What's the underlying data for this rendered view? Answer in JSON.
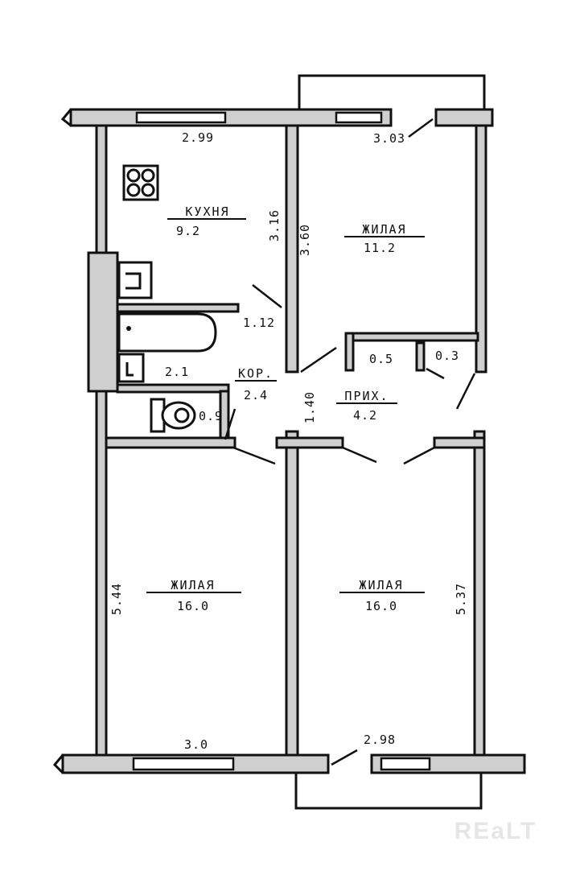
{
  "rooms": {
    "kitchen": {
      "name": "КУХНЯ",
      "area": "9.2"
    },
    "living_top": {
      "name": "ЖИЛАЯ",
      "area": "11.2"
    },
    "living_bottom_left": {
      "name": "ЖИЛАЯ",
      "area": "16.0"
    },
    "living_bottom_right": {
      "name": "ЖИЛАЯ",
      "area": "16.0"
    },
    "bathroom": {
      "area": "2.1"
    },
    "toilet": {
      "area": "0.9"
    },
    "corridor": {
      "name": "КОР.",
      "area": "2.4"
    },
    "hall": {
      "name": "ПРИХ.",
      "area": "4.2"
    },
    "closet_1": {
      "area": "0.5"
    },
    "closet_2": {
      "area": "0.3"
    }
  },
  "dimensions": {
    "kitchen_width": "2.99",
    "living_top_width": "3.03",
    "kitchen_depth": "3.16",
    "living_top_depth": "3.60",
    "bath_wall": "1.12",
    "hall_depth": "1.40",
    "left_room_depth": "5.44",
    "right_room_depth": "5.37",
    "left_room_width": "3.0",
    "right_room_width": "2.98"
  },
  "watermark": "REaLT"
}
